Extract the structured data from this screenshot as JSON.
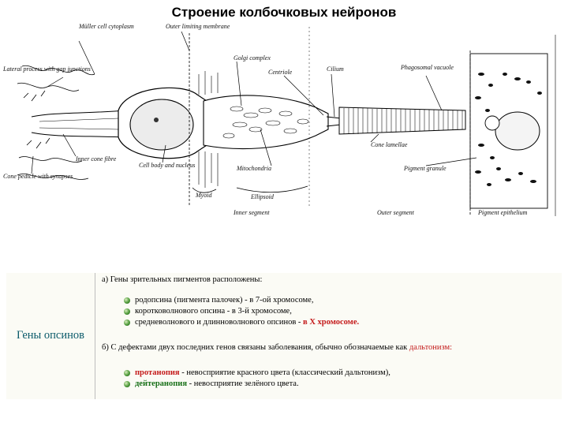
{
  "title": "Строение колбочковых нейронов",
  "diagram": {
    "labels": {
      "muller": "Müller cell cytoplasm",
      "outer_limiting": "Outer limiting membrane",
      "golgi": "Golgi complex",
      "lateral": "Lateral process with gap junctions",
      "centriole": "Centriole",
      "cilium": "Cilium",
      "phagosomal": "Phagosomal vacuole",
      "inner_fibre": "Inner cone fibre",
      "cell_body": "Cell body and nucleus",
      "cone_lamellae": "Cone lamellae",
      "mitochondria": "Mitochondria",
      "pedicle": "Cone pedicle with synapses",
      "pigment_granule": "Pigment granule",
      "myoid": "Myoid",
      "ellipsoid": "Ellipsoid",
      "inner_segment": "Inner segment",
      "outer_segment": "Outer segment",
      "pigment_epithelium": "Pigment epithelium"
    }
  },
  "genes": {
    "title": "Гены опсинов",
    "a_intro": "а) Гены зрительных пигментов расположены:",
    "items_a": [
      {
        "text": "родопсина (пигмента палочек) - в 7-ой хромосоме,",
        "accent": ""
      },
      {
        "text": "коротковолнового опсина - в 3-й хромосоме,",
        "accent": ""
      },
      {
        "text": "средневолнового и длинноволнового опсинов -",
        "accent": "в X хромосоме."
      }
    ],
    "b_intro": "б) С дефектами двух последних генов связаны заболевания, обычно обозначаемые как",
    "b_term": "дальтонизм:",
    "items_b": [
      {
        "term": "протанопия",
        "text": "- невосприятие красного цвета (классический дальтонизм),"
      },
      {
        "term": "дейтеранопия",
        "text": "- невосприятие зелёного цвета."
      }
    ]
  }
}
